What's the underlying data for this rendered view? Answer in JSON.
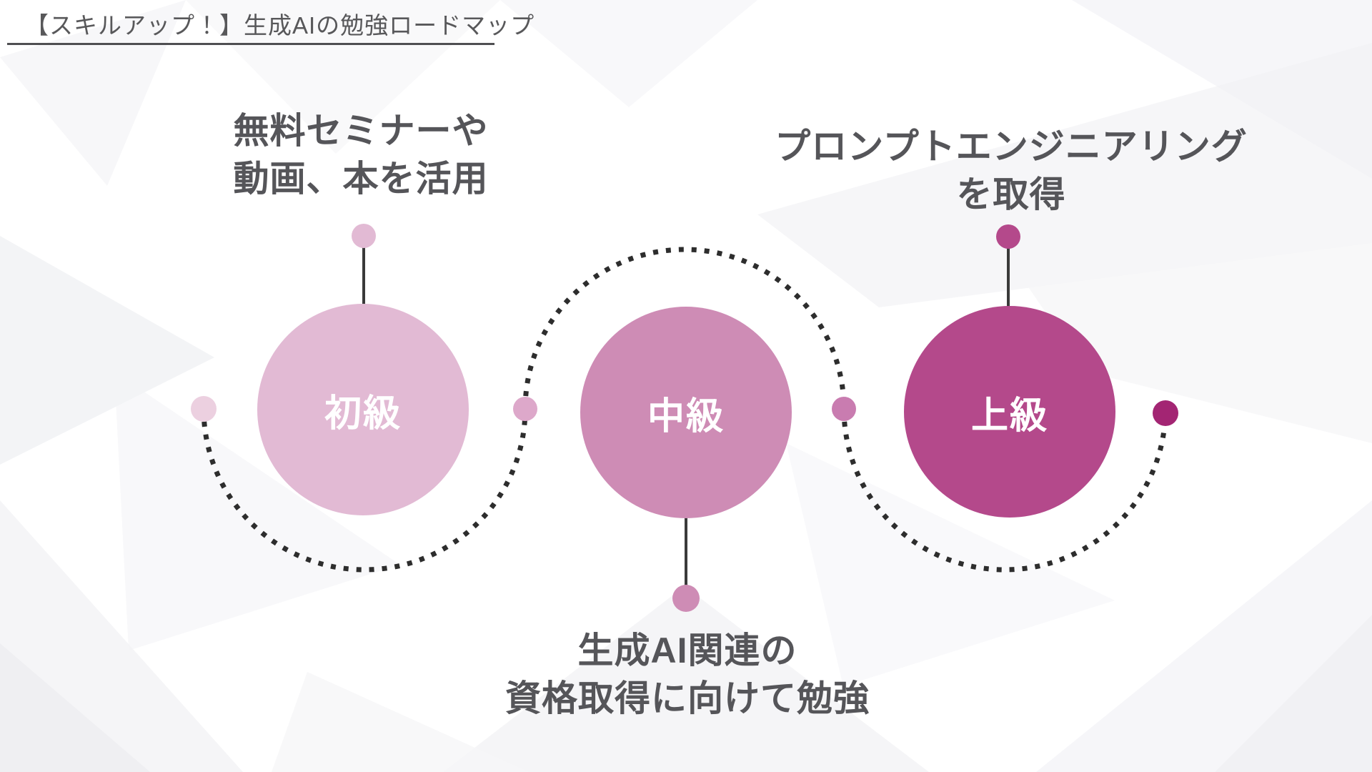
{
  "page": {
    "title": "【スキルアップ！】生成AIの勉強ロードマップ"
  },
  "steps": [
    {
      "level": "初級",
      "description_line1": "無料セミナーや",
      "description_line2": "動画、本を活用",
      "description_position": "above",
      "circle_color": "#e2bad4",
      "stem_dot_color": "#e2bad4"
    },
    {
      "level": "中級",
      "description_line1": "生成AI関連の",
      "description_line2": "資格取得に向けて勉強",
      "description_position": "below",
      "circle_color": "#ce8cb5",
      "stem_dot_color": "#ce8cb5"
    },
    {
      "level": "上級",
      "description_line1": "プロンプトエンジニアリング",
      "description_line2": "を取得",
      "description_position": "above",
      "circle_color": "#b4498b",
      "stem_dot_color": "#b4498b"
    }
  ],
  "path_dots": [
    {
      "name": "start",
      "color": "#ecd0e0"
    },
    {
      "name": "between-beginner-intermediate",
      "color": "#dda8ca"
    },
    {
      "name": "between-intermediate-advanced",
      "color": "#c97cb0"
    },
    {
      "name": "end",
      "color": "#a32573"
    }
  ],
  "colors": {
    "title_text": "#58585a",
    "title_underline": "#4f4f52",
    "label_text": "#555559",
    "circle_text": "#ffffff",
    "dotted_path": "#2d2d2d",
    "stem_line": "#3a3a3a",
    "background": "#ffffff"
  }
}
